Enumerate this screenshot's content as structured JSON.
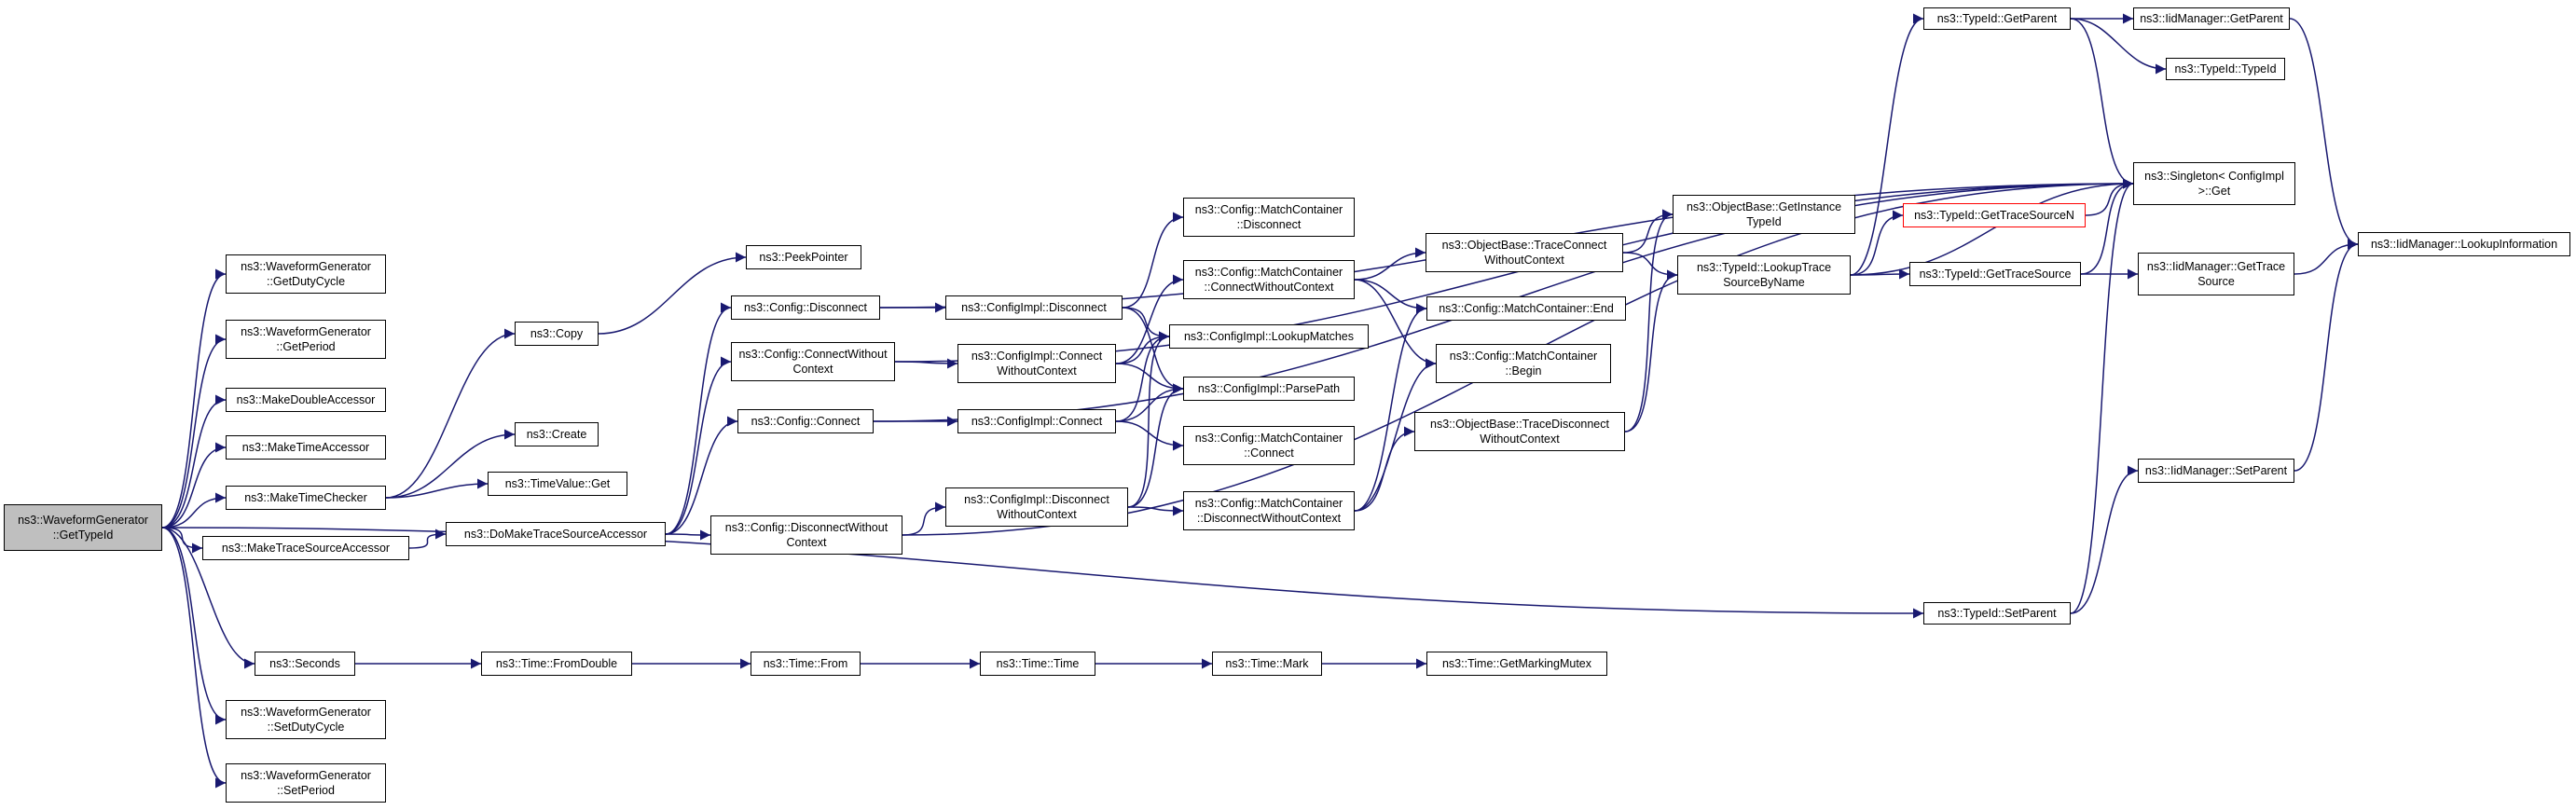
{
  "colors": {
    "edge": "#191970",
    "root_fill": "#bfbfbf",
    "highlight_border": "#ff0000"
  },
  "nodes": [
    {
      "id": "root",
      "l1": "ns3::WaveformGenerator",
      "l2": "::GetTypeId"
    },
    {
      "id": "getdutycycle",
      "l1": "ns3::WaveformGenerator",
      "l2": "::GetDutyCycle"
    },
    {
      "id": "getperiod",
      "l1": "ns3::WaveformGenerator",
      "l2": "::GetPeriod"
    },
    {
      "id": "makedoubleaccessor",
      "l1": "ns3::MakeDoubleAccessor"
    },
    {
      "id": "maketimeaccessor",
      "l1": "ns3::MakeTimeAccessor"
    },
    {
      "id": "maketimechecker",
      "l1": "ns3::MakeTimeChecker"
    },
    {
      "id": "maketracesourceaccessor",
      "l1": "ns3::MakeTraceSourceAccessor"
    },
    {
      "id": "seconds",
      "l1": "ns3::Seconds"
    },
    {
      "id": "setdutycycle",
      "l1": "ns3::WaveformGenerator",
      "l2": "::SetDutyCycle"
    },
    {
      "id": "setperiod",
      "l1": "ns3::WaveformGenerator",
      "l2": "::SetPeriod"
    },
    {
      "id": "copy",
      "l1": "ns3::Copy"
    },
    {
      "id": "create",
      "l1": "ns3::Create"
    },
    {
      "id": "timevalueget",
      "l1": "ns3::TimeValue::Get"
    },
    {
      "id": "peekpointer",
      "l1": "ns3::PeekPointer"
    },
    {
      "id": "domaketracesourceaccessor",
      "l1": "ns3::DoMakeTraceSourceAccessor"
    },
    {
      "id": "configdisconnect",
      "l1": "ns3::Config::Disconnect"
    },
    {
      "id": "configconnectwithoutcontext",
      "l1": "ns3::Config::ConnectWithout",
      "l2": "Context"
    },
    {
      "id": "configconnect",
      "l1": "ns3::Config::Connect"
    },
    {
      "id": "configdisconnectwithoutcontext",
      "l1": "ns3::Config::DisconnectWithout",
      "l2": "Context"
    },
    {
      "id": "implDisconnect",
      "l1": "ns3::ConfigImpl::Disconnect"
    },
    {
      "id": "implConnectWithoutContext",
      "l1": "ns3::ConfigImpl::Connect",
      "l2": "WithoutContext"
    },
    {
      "id": "implConnect",
      "l1": "ns3::ConfigImpl::Connect"
    },
    {
      "id": "implDisconnectWithoutContext",
      "l1": "ns3::ConfigImpl::Disconnect",
      "l2": "WithoutContext"
    },
    {
      "id": "mcDisconnect",
      "l1": "ns3::Config::MatchContainer",
      "l2": "::Disconnect"
    },
    {
      "id": "mcConnectWithoutContext",
      "l1": "ns3::Config::MatchContainer",
      "l2": "::ConnectWithoutContext"
    },
    {
      "id": "lookupmatches",
      "l1": "ns3::ConfigImpl::LookupMatches"
    },
    {
      "id": "parsepath",
      "l1": "ns3::ConfigImpl::ParsePath"
    },
    {
      "id": "mcConnect",
      "l1": "ns3::Config::MatchContainer",
      "l2": "::Connect"
    },
    {
      "id": "mcDisconnectWithoutContext",
      "l1": "ns3::Config::MatchContainer",
      "l2": "::DisconnectWithoutContext"
    },
    {
      "id": "obTraceConnectWithoutContext",
      "l1": "ns3::ObjectBase::TraceConnect",
      "l2": "WithoutContext"
    },
    {
      "id": "mcEnd",
      "l1": "ns3::Config::MatchContainer::End"
    },
    {
      "id": "mcBegin",
      "l1": "ns3::Config::MatchContainer",
      "l2": "::Begin"
    },
    {
      "id": "obTraceDisconnectWithoutContext",
      "l1": "ns3::ObjectBase::TraceDisconnect",
      "l2": "WithoutContext"
    },
    {
      "id": "obGetInstanceTypeId",
      "l1": "ns3::ObjectBase::GetInstance",
      "l2": "TypeId"
    },
    {
      "id": "lookuptracesourcebyname",
      "l1": "ns3::TypeId::LookupTrace",
      "l2": "SourceByName"
    },
    {
      "id": "typeidgetparent",
      "l1": "ns3::TypeId::GetParent"
    },
    {
      "id": "iidgetparent",
      "l1": "ns3::IidManager::GetParent"
    },
    {
      "id": "typeidtypeid",
      "l1": "ns3::TypeId::TypeId"
    },
    {
      "id": "singletonget",
      "l1": "ns3::Singleton< ConfigImpl",
      "l2": " >::Get"
    },
    {
      "id": "gettracesourcen",
      "l1": "ns3::TypeId::GetTraceSourceN"
    },
    {
      "id": "gettracesource",
      "l1": "ns3::TypeId::GetTraceSource"
    },
    {
      "id": "iidgettracesource",
      "l1": "ns3::IidManager::GetTrace",
      "l2": "Source"
    },
    {
      "id": "iidlookupinformation",
      "l1": "ns3::IidManager::LookupInformation"
    },
    {
      "id": "iidsetparent",
      "l1": "ns3::IidManager::SetParent"
    },
    {
      "id": "typeidsetparent",
      "l1": "ns3::TypeId::SetParent"
    },
    {
      "id": "timefromdouble",
      "l1": "ns3::Time::FromDouble"
    },
    {
      "id": "timefrom",
      "l1": "ns3::Time::From"
    },
    {
      "id": "timetime",
      "l1": "ns3::Time::Time"
    },
    {
      "id": "timemark",
      "l1": "ns3::Time::Mark"
    },
    {
      "id": "timegetmarkingmutex",
      "l1": "ns3::Time::GetMarkingMutex"
    }
  ],
  "edges": [
    [
      "root",
      "getdutycycle"
    ],
    [
      "root",
      "getperiod"
    ],
    [
      "root",
      "makedoubleaccessor"
    ],
    [
      "root",
      "maketimeaccessor"
    ],
    [
      "root",
      "maketimechecker"
    ],
    [
      "root",
      "maketracesourceaccessor"
    ],
    [
      "root",
      "seconds"
    ],
    [
      "root",
      "setdutycycle"
    ],
    [
      "root",
      "setperiod"
    ],
    [
      "root",
      "typeidsetparent"
    ],
    [
      "maketimechecker",
      "copy"
    ],
    [
      "maketimechecker",
      "create"
    ],
    [
      "maketimechecker",
      "timevalueget"
    ],
    [
      "copy",
      "peekpointer"
    ],
    [
      "maketracesourceaccessor",
      "domaketracesourceaccessor"
    ],
    [
      "domaketracesourceaccessor",
      "configdisconnect"
    ],
    [
      "domaketracesourceaccessor",
      "configconnectwithoutcontext"
    ],
    [
      "domaketracesourceaccessor",
      "configconnect"
    ],
    [
      "domaketracesourceaccessor",
      "configdisconnectwithoutcontext"
    ],
    [
      "configdisconnect",
      "implDisconnect"
    ],
    [
      "configdisconnect",
      "singletonget"
    ],
    [
      "configconnectwithoutcontext",
      "implConnectWithoutContext"
    ],
    [
      "configconnectwithoutcontext",
      "singletonget"
    ],
    [
      "configconnect",
      "implConnect"
    ],
    [
      "configconnect",
      "singletonget"
    ],
    [
      "configdisconnectwithoutcontext",
      "implDisconnectWithoutContext"
    ],
    [
      "configdisconnectwithoutcontext",
      "singletonget"
    ],
    [
      "implDisconnect",
      "mcDisconnect"
    ],
    [
      "implDisconnect",
      "lookupmatches"
    ],
    [
      "implDisconnect",
      "parsepath"
    ],
    [
      "implConnectWithoutContext",
      "mcConnectWithoutContext"
    ],
    [
      "implConnectWithoutContext",
      "lookupmatches"
    ],
    [
      "implConnectWithoutContext",
      "parsepath"
    ],
    [
      "implConnect",
      "mcConnect"
    ],
    [
      "implConnect",
      "lookupmatches"
    ],
    [
      "implConnect",
      "parsepath"
    ],
    [
      "implDisconnectWithoutContext",
      "mcDisconnectWithoutContext"
    ],
    [
      "implDisconnectWithoutContext",
      "lookupmatches"
    ],
    [
      "implDisconnectWithoutContext",
      "parsepath"
    ],
    [
      "mcConnectWithoutContext",
      "obTraceConnectWithoutContext"
    ],
    [
      "mcConnectWithoutContext",
      "mcEnd"
    ],
    [
      "mcConnectWithoutContext",
      "mcBegin"
    ],
    [
      "mcDisconnectWithoutContext",
      "obTraceDisconnectWithoutContext"
    ],
    [
      "mcDisconnectWithoutContext",
      "mcEnd"
    ],
    [
      "mcDisconnectWithoutContext",
      "mcBegin"
    ],
    [
      "obTraceConnectWithoutContext",
      "obGetInstanceTypeId"
    ],
    [
      "obTraceConnectWithoutContext",
      "lookuptracesourcebyname"
    ],
    [
      "obTraceDisconnectWithoutContext",
      "obGetInstanceTypeId"
    ],
    [
      "obTraceDisconnectWithoutContext",
      "lookuptracesourcebyname"
    ],
    [
      "lookuptracesourcebyname",
      "typeidgetparent"
    ],
    [
      "lookuptracesourcebyname",
      "singletonget"
    ],
    [
      "lookuptracesourcebyname",
      "gettracesourcen"
    ],
    [
      "lookuptracesourcebyname",
      "gettracesource"
    ],
    [
      "typeidgetparent",
      "iidgetparent"
    ],
    [
      "typeidgetparent",
      "typeidtypeid"
    ],
    [
      "typeidgetparent",
      "singletonget"
    ],
    [
      "iidgetparent",
      "iidlookupinformation"
    ],
    [
      "gettracesourcen",
      "singletonget"
    ],
    [
      "gettracesource",
      "singletonget"
    ],
    [
      "gettracesource",
      "iidgettracesource"
    ],
    [
      "iidgettracesource",
      "iidlookupinformation"
    ],
    [
      "iidsetparent",
      "iidlookupinformation"
    ],
    [
      "typeidsetparent",
      "iidsetparent"
    ],
    [
      "typeidsetparent",
      "singletonget"
    ],
    [
      "seconds",
      "timefromdouble"
    ],
    [
      "timefromdouble",
      "timefrom"
    ],
    [
      "timefrom",
      "timetime"
    ],
    [
      "timetime",
      "timemark"
    ],
    [
      "timemark",
      "timegetmarkingmutex"
    ]
  ]
}
